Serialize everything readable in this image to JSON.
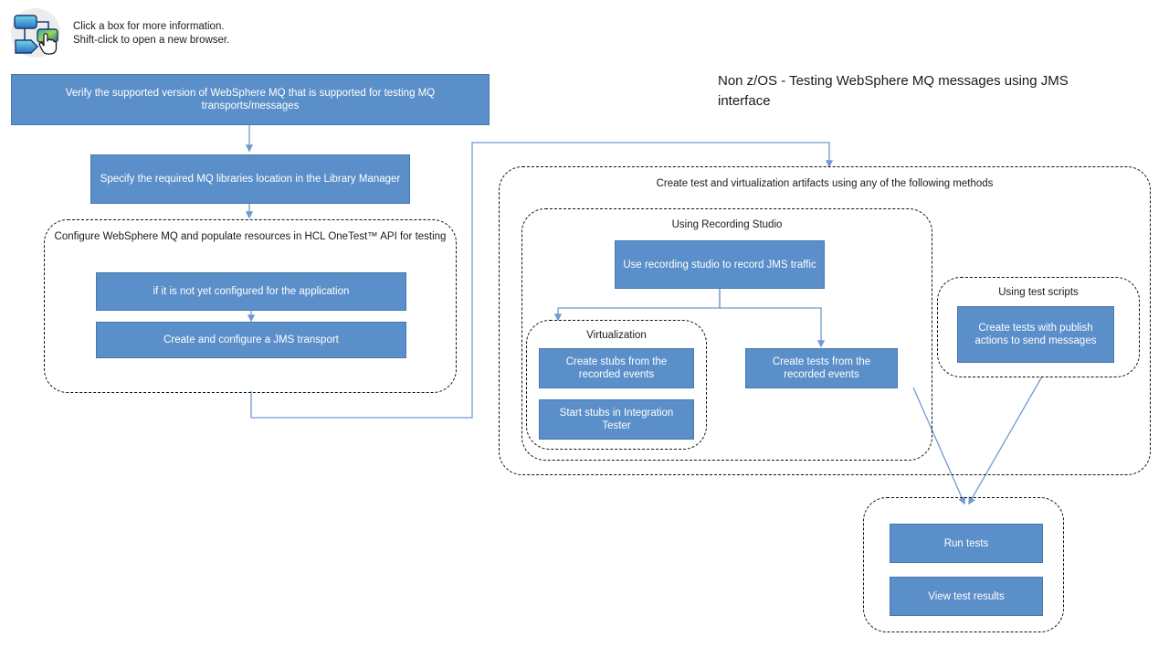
{
  "header": {
    "icon": "flowchart-click-icon",
    "line1": "Click a box for more information.",
    "line2": "Shift-click to open a new browser."
  },
  "diagram": {
    "title": "Non z/OS - Testing WebSphere MQ messages using JMS interface",
    "accent_color": "#5b8fc9",
    "border_color": "#4679ac",
    "connector_color": "#6f9bd1",
    "group_border_color": "#111111",
    "boxes": {
      "verify_version": "Verify the supported version of WebSphere MQ that is supported for testing MQ transports/messages",
      "specify_libraries": "Specify the required MQ libraries location in the Library Manager",
      "not_configured": "if it is not yet configured for the application",
      "create_jms_transport": "Create and configure a JMS transport",
      "use_recording_studio": "Use recording studio to record JMS traffic",
      "create_stubs": "Create stubs from the recorded events",
      "start_stubs": "Start stubs in Integration Tester",
      "create_tests_recorded": "Create tests from the recorded events",
      "create_tests_publish": "Create tests with publish actions to send messages",
      "run_tests": "Run tests",
      "view_test_results": "View test results"
    },
    "groups": {
      "configure_mq": "Configure WebSphere MQ and populate resources in HCL OneTest™ API for testing",
      "create_artifacts": "Create test and virtualization artifacts using any of the following methods",
      "using_recording_studio": "Using Recording Studio",
      "virtualization": "Virtualization",
      "using_test_scripts": "Using test scripts",
      "run_group": ""
    }
  }
}
